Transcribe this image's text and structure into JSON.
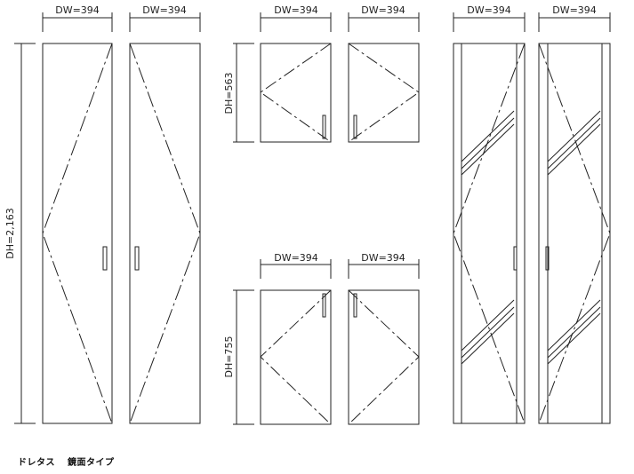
{
  "dimensions": {
    "widths": [
      "DW=394",
      "DW=394",
      "DW=394",
      "DW=394",
      "DW=394",
      "DW=394",
      "DW=394",
      "DW=394"
    ],
    "tall_height": "DH=2,163",
    "upper_height": "DH=563",
    "lower_height": "DH=755"
  },
  "caption": {
    "product": "ドレタス",
    "type": "鏡面タイプ"
  }
}
